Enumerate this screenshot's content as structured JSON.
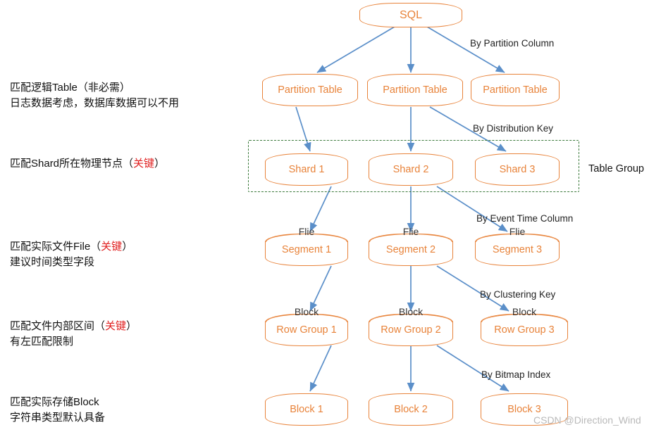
{
  "diagram": {
    "title": "SQL query routing hierarchy",
    "root": {
      "label": "SQL"
    },
    "edge_labels": [
      {
        "text": "By Partition Column"
      },
      {
        "text": "By Distribution Key"
      },
      {
        "text": "By Event Time Column"
      },
      {
        "text": "By Clustering Key"
      },
      {
        "text": "By Bitmap Index"
      }
    ],
    "rows": [
      {
        "left_label_lines": [
          "匹配逻辑Table（非必需）",
          "日志数据考虑，数据库数据可以不用"
        ],
        "nodes": [
          {
            "caption": "",
            "label": "Partition Table"
          },
          {
            "caption": "",
            "label": "Partition Table"
          },
          {
            "caption": "",
            "label": "Partition Table"
          }
        ]
      },
      {
        "left_label_lines": [
          "匹配Shard所在物理节点（关键）"
        ],
        "left_key_word": "关键",
        "nodes": [
          {
            "caption": "",
            "label": "Shard 1"
          },
          {
            "caption": "",
            "label": "Shard 2"
          },
          {
            "caption": "",
            "label": "Shard 3"
          }
        ]
      },
      {
        "left_label_lines": [
          "匹配实际文件File（关键）",
          "建议时间类型字段"
        ],
        "nodes": [
          {
            "caption": "Flie",
            "label": "Segment 1"
          },
          {
            "caption": "Flie",
            "label": "Segment 2"
          },
          {
            "caption": "Flie",
            "label": "Segment 3"
          }
        ]
      },
      {
        "left_label_lines": [
          "匹配文件内部区间（关键）",
          "有左匹配限制"
        ],
        "nodes": [
          {
            "caption": "Block",
            "label": "Row Group 1"
          },
          {
            "caption": "Block",
            "label": "Row Group 2"
          },
          {
            "caption": "Block",
            "label": "Row Group 3"
          }
        ]
      },
      {
        "left_label_lines": [
          "匹配实际存储Block",
          "字符串类型默认具备"
        ],
        "nodes": [
          {
            "caption": "",
            "label": "Block 1"
          },
          {
            "caption": "",
            "label": "Block 2"
          },
          {
            "caption": "",
            "label": "Block 3"
          }
        ]
      }
    ],
    "group_annotation": {
      "label": "Table Group"
    },
    "watermark": {
      "text": "CSDN @Direction_Wind"
    },
    "colors": {
      "node_border": "#e8833a",
      "node_text": "#e8833a",
      "arrow": "#5b8fc9",
      "group_border": "#3c7a3c",
      "key_highlight": "#e02020",
      "watermark": "#b9b9b9"
    }
  }
}
